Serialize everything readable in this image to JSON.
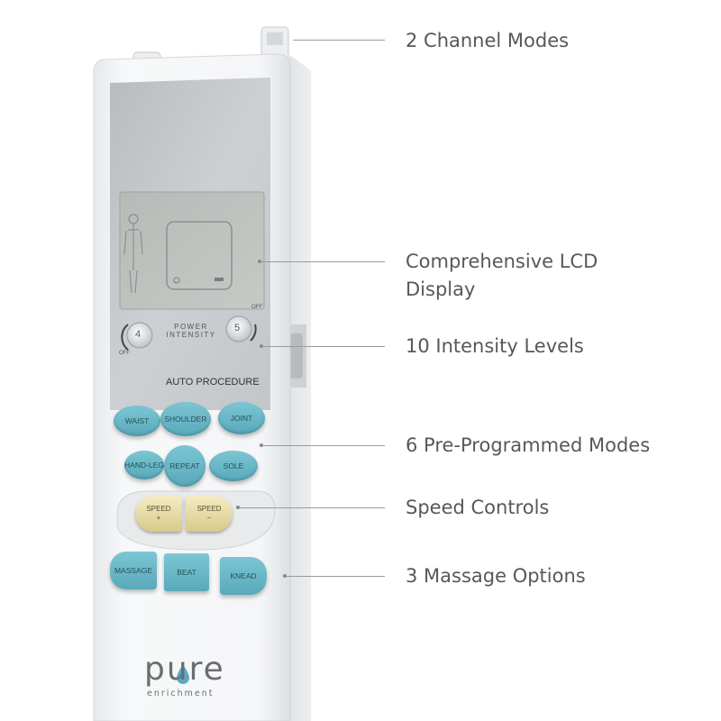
{
  "callouts": {
    "channel_modes": "2 Channel Modes",
    "lcd_line1": "Comprehensive LCD",
    "lcd_line2": "Display",
    "intensity": "10 Intensity Levels",
    "modes": "6 Pre-Programmed Modes",
    "speed": "Speed Controls",
    "massage": "3 Massage Options"
  },
  "device": {
    "power_intensity_line1": "POWER",
    "power_intensity_line2": "INTENSITY",
    "knob_left_value": "4",
    "knob_right_value": "5",
    "off_left": "OFF",
    "off_right": "OFF",
    "auto_procedure": "AUTO PROCEDURE",
    "buttons": {
      "waist": "WAIST",
      "shoulder": "SHOULDER",
      "joint": "JOINT",
      "hand_leg": "HAND-LEG",
      "repeat": "REPEAT",
      "sole": "SOLE",
      "speed_up": "SPEED",
      "speed_up_sign": "+",
      "speed_down": "SPEED",
      "speed_down_sign": "−",
      "massage": "MASSAGE",
      "beat": "BEAT",
      "knead": "KNEAD"
    },
    "brand": "pure",
    "brand_sub": "enrichment"
  },
  "colors": {
    "button_blue": "#6bb8c8",
    "speed_gold": "#e8dca8",
    "lcd_gray": "#c9cbcd",
    "body_white": "#f2f3f4",
    "callout_text": "#58585a"
  }
}
